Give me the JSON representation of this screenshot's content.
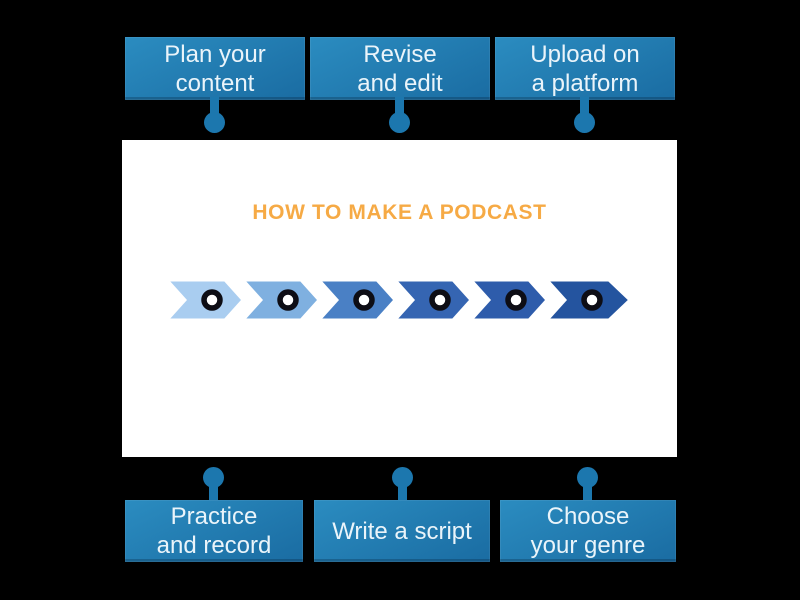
{
  "app": {
    "background": "#000000"
  },
  "image_panel": {
    "title": "HOW TO MAKE A PODCAST",
    "title_color": "#F6AA45",
    "background": "#FFFFFF",
    "chevron_colors": [
      "#A9CDF0",
      "#7FB0E0",
      "#4A80C5",
      "#3565B2",
      "#2E5CAB",
      "#24549F"
    ],
    "target_count": 6
  },
  "labels": {
    "box_gradient_start": "#2B8CC0",
    "box_gradient_end": "#1A6CA2",
    "text_color": "#EAF4FA",
    "pin_color": "#1C77AE",
    "top": [
      {
        "id": "plan-your-content",
        "lines": [
          "Plan your",
          "content"
        ]
      },
      {
        "id": "revise-and-edit",
        "lines": [
          "Revise",
          "and edit"
        ]
      },
      {
        "id": "upload-on-a-platform",
        "lines": [
          "Upload on",
          "a platform"
        ]
      }
    ],
    "bottom": [
      {
        "id": "practice-and-record",
        "lines": [
          "Practice",
          "and record"
        ]
      },
      {
        "id": "write-a-script",
        "lines": [
          "Write a script"
        ]
      },
      {
        "id": "choose-your-genre",
        "lines": [
          "Choose",
          "your genre"
        ]
      }
    ]
  }
}
